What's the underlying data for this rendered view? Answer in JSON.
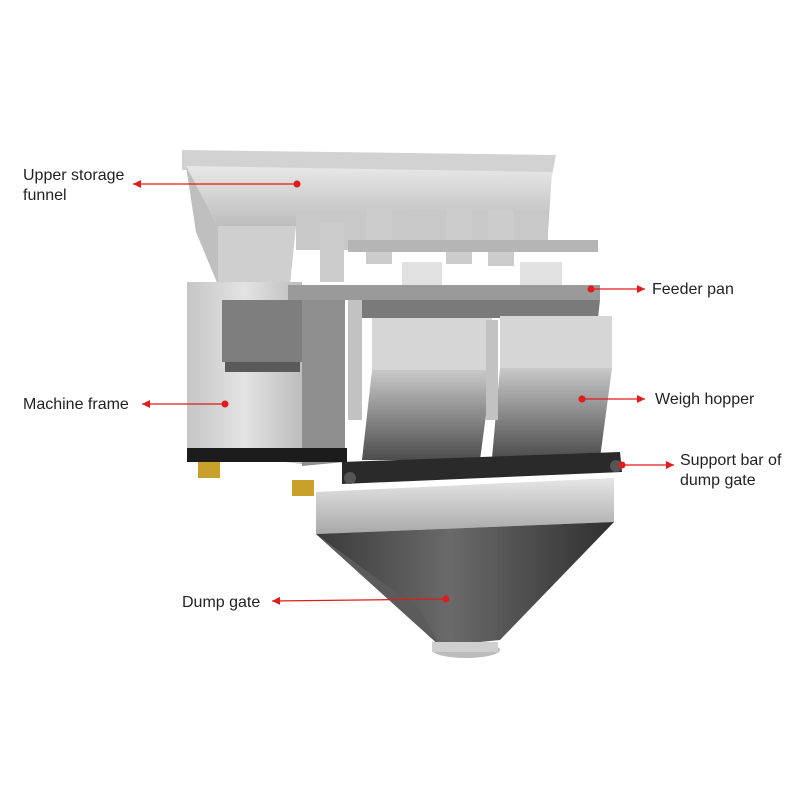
{
  "labels": {
    "upper_storage_funnel": [
      "Upper storage",
      "funnel"
    ],
    "feeder_pan": [
      "Feeder pan"
    ],
    "machine_frame": [
      "Machine frame"
    ],
    "weigh_hopper": [
      "Weigh hopper"
    ],
    "support_bar": [
      "Support bar of",
      "dump gate"
    ],
    "dump_gate": [
      "Dump gate"
    ]
  },
  "colors": {
    "arrow": "#e01b1b",
    "steel_light": "#d9d9d9",
    "steel_mid": "#a9a9a9",
    "steel_dark": "#4a4a4a",
    "frame_black": "#1c1c1c",
    "foot_yellow": "#c9a12a"
  }
}
